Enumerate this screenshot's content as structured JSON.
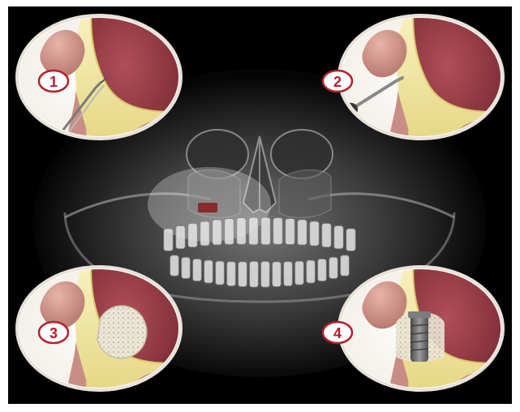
{
  "panels": [
    {
      "step": "1",
      "tool": "probe-instrument"
    },
    {
      "step": "2",
      "tool": "osteotome-mallet"
    },
    {
      "step": "3",
      "tool": "bone-graft"
    },
    {
      "step": "4",
      "tool": "dental-implant"
    }
  ],
  "colors": {
    "background": "#000000",
    "frame": "#ffffff",
    "sinus": "#a8474f",
    "bone": "#f3e9a6",
    "gum": "#d29a8f",
    "marker_ring": "#b3202a",
    "graft": "#e8e3d4",
    "implant": "#6d6d6d",
    "xray": "#9a9a9a"
  },
  "icons": [
    "skull-xray-illustration",
    "teeth-row",
    "sinus-cavity"
  ]
}
